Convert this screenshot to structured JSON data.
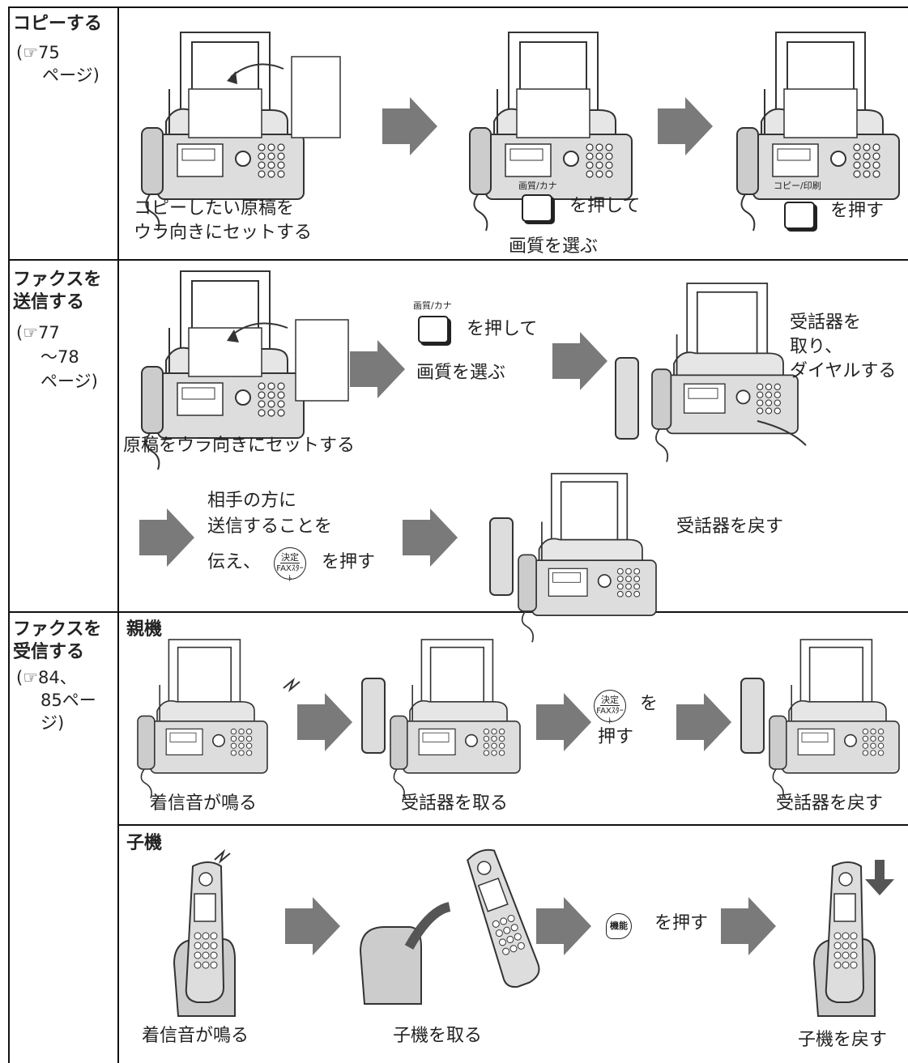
{
  "sections": {
    "copy": {
      "title": "コピーする",
      "ref": [
        "(☞75",
        "ページ)"
      ],
      "step1": [
        "コピーしたい原稿を",
        "ウラ向きにセットする"
      ],
      "step2_btn": "画質/カナ",
      "step2": [
        "を押して",
        "画質を選ぶ"
      ],
      "step3_btn": "コピー/印刷",
      "step3": "を押す"
    },
    "send": {
      "title": [
        "ファクスを",
        "送信する"
      ],
      "ref": [
        "(☞77",
        "～78",
        "ページ)"
      ],
      "step1": "原稿をウラ向きにセットする",
      "step2_btn": "画質/カナ",
      "step2": [
        "を押して",
        "画質を選ぶ"
      ],
      "step3": [
        "受話器を",
        "取り、",
        "ダイヤルする"
      ],
      "step4": [
        "相手の方に",
        "送信することを",
        "伝え、",
        "を押す"
      ],
      "step4_btn": [
        "決定",
        "FAXｽﾀｰﾄ"
      ],
      "step5": "受話器を戻す"
    },
    "receive": {
      "title": [
        "ファクスを",
        "受信する"
      ],
      "ref": [
        "(☞84、",
        "85ペー",
        "ジ)"
      ],
      "main": {
        "label": "親機",
        "step1": "着信音が鳴る",
        "step2": "受話器を取る",
        "btn": [
          "決定",
          "FAXｽﾀｰﾄ"
        ],
        "step3": [
          "を",
          "押す"
        ],
        "step4": "受話器を戻す"
      },
      "handset": {
        "label": "子機",
        "step1": "着信音が鳴る",
        "step2": "子機を取る",
        "btn": "機能",
        "step3": "を押す",
        "step4": "子機を戻す"
      }
    }
  }
}
